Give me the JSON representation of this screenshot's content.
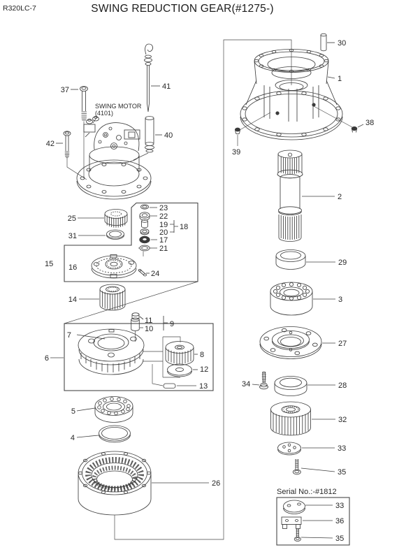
{
  "page": {
    "model": "R320LC-7",
    "title": "SWING REDUCTION GEAR(#1275-)"
  },
  "annotations": {
    "swing_motor_title": "SWING MOTOR",
    "swing_motor_sub": "(4101)",
    "serial_note": "Serial No.:-#1812"
  },
  "colors": {
    "line": "#3f3f3f",
    "text": "#262626",
    "background": "#ffffff"
  },
  "callouts": {
    "c1": "1",
    "c2": "2",
    "c3": "3",
    "c4": "4",
    "c5": "5",
    "c6": "6",
    "c7": "7",
    "c8": "8",
    "c9": "9",
    "c10": "10",
    "c11": "11",
    "c12": "12",
    "c13": "13",
    "c14": "14",
    "c15": "15",
    "c16": "16",
    "c17": "17",
    "c18": "18",
    "c19": "19",
    "c20": "20",
    "c21": "21",
    "c22": "22",
    "c23": "23",
    "c24": "24",
    "c25": "25",
    "c26": "26",
    "c27": "27",
    "c28": "28",
    "c29": "29",
    "c30": "30",
    "c31": "31",
    "c32": "32",
    "c33": "33",
    "c34": "34",
    "c35": "35",
    "c36": "36",
    "c37": "37",
    "c38": "38",
    "c39": "39",
    "c40": "40",
    "c41": "41",
    "c42": "42",
    "c33b": "33",
    "c35b": "35"
  }
}
